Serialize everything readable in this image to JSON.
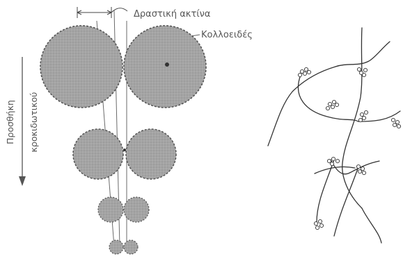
{
  "labels": {
    "effective_radius": "Δραστική ακτίνα",
    "colloids": "Κολλοειδές",
    "axis_line1": "Προσθήκη",
    "axis_line2": "κροκιδωτικού"
  },
  "colors": {
    "particle_fill": "#a4a4a4",
    "particle_outline": "#555555",
    "line": "#444444",
    "text": "#555555",
    "background": "#ffffff"
  },
  "icons": {
    "axis_arrow": "down-arrow-icon",
    "colloid_cluster": "colloid-cluster-icon"
  }
}
